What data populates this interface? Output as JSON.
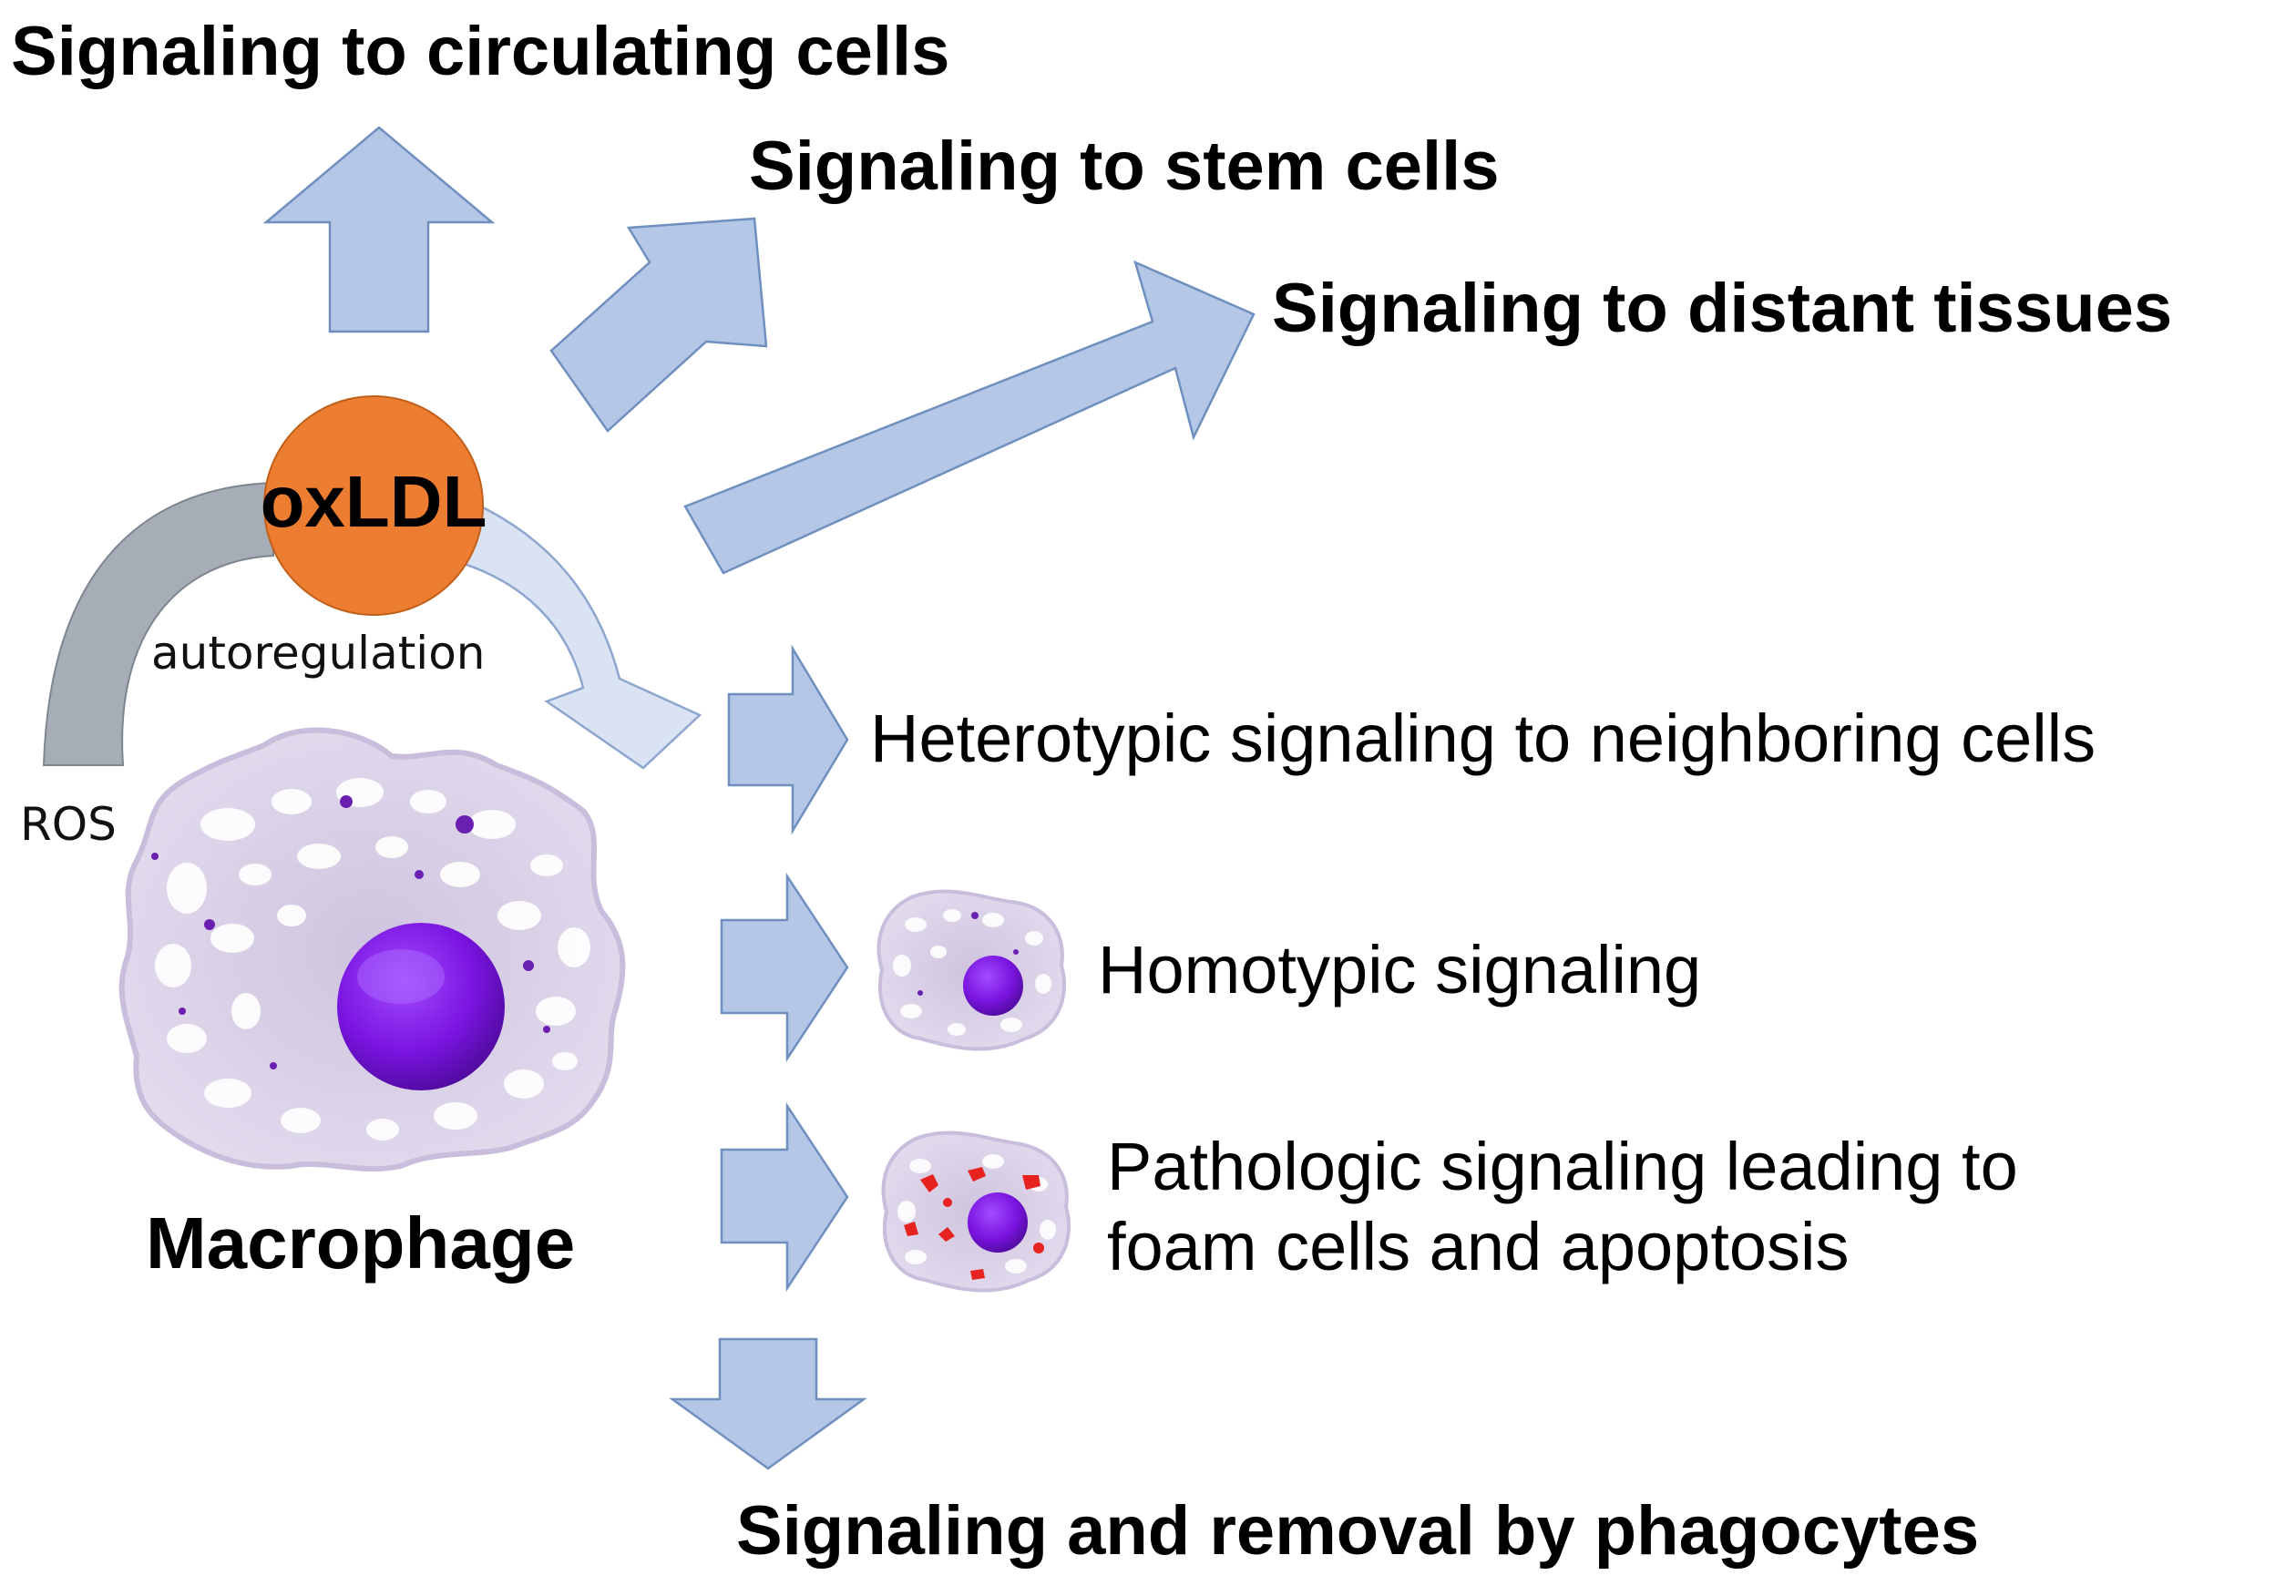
{
  "labels": {
    "circulating": "Signaling to circulating cells",
    "stem": "Signaling to stem cells",
    "distant": "Signaling to distant tissues",
    "oxldl": "oxLDL",
    "autoregulation": "autoregulation",
    "ros": "ROS",
    "heterotypic": "Heterotypic signaling to neighboring cells",
    "homotypic": "Homotypic signaling",
    "pathologic_line1": "Pathologic signaling leading to",
    "pathologic_line2": "foam cells and apoptosis",
    "macrophage": "Macrophage",
    "phagocytes": "Signaling and removal by phagocytes"
  },
  "colors": {
    "arrow_fill": "#b4c7e7",
    "arrow_stroke": "#6f8fbf",
    "oxldl_fill": "#ed7d31",
    "ros_arrow": "#a6adb6",
    "autoreg_arrow": "#dae3f3",
    "cell_body": "#d9d0e6",
    "nucleus": "#7a14e0",
    "lipid_droplets": "#e6231e"
  },
  "icons": [
    "macrophage-icon",
    "small-macrophage-icon",
    "foam-cell-icon"
  ]
}
